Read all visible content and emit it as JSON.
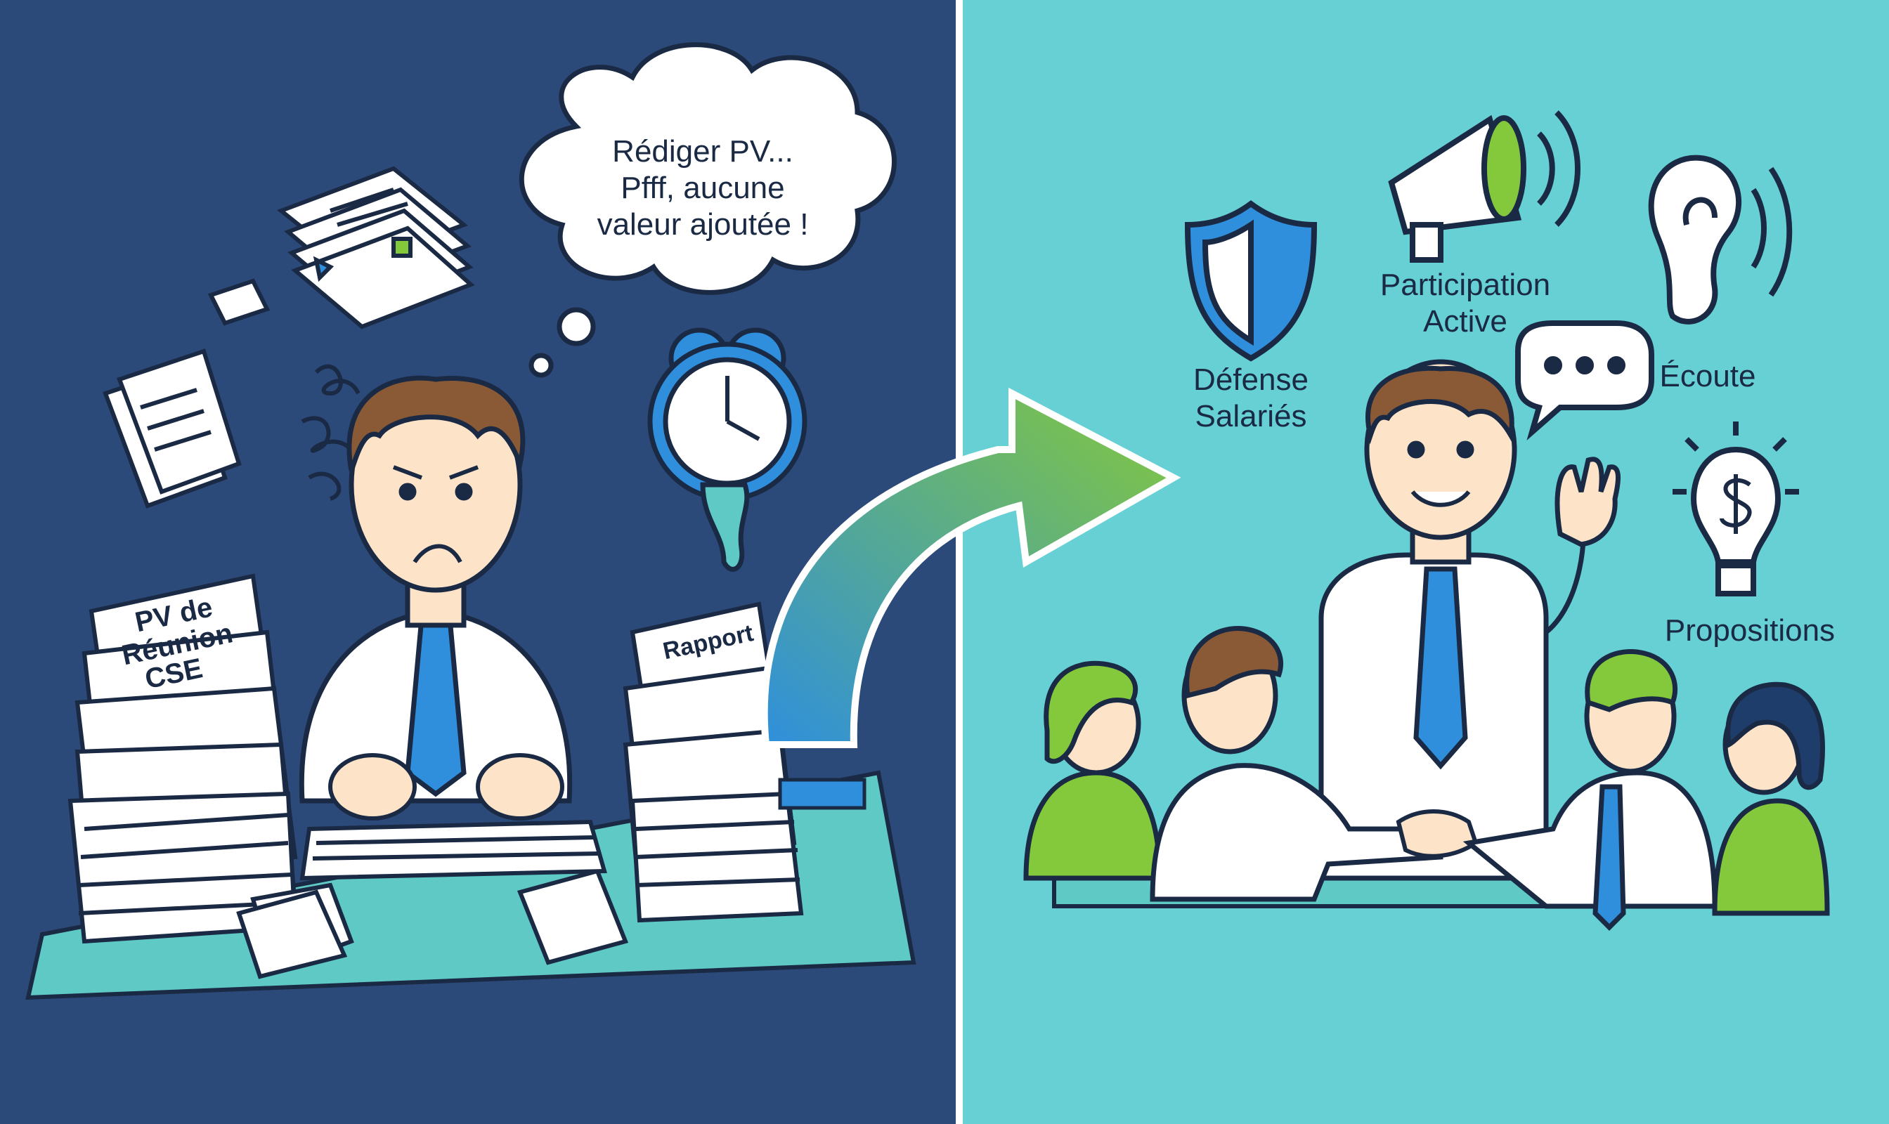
{
  "colors": {
    "left_background": "#2b4a7a",
    "right_background": "#66d0d4",
    "outline": "#1b2a44",
    "accent_blue": "#2f8fdc",
    "accent_green": "#84c83c",
    "skin": "#fde4c8",
    "hair": "#8a5a36",
    "desk": "#5fc9c6"
  },
  "left_panel": {
    "thought_bubble": {
      "line1": "Rédiger PV...",
      "line2": "Pfff, aucune",
      "line3": "valeur ajoutée !"
    },
    "left_pile_label": {
      "line1": "PV de",
      "line2": "Réunion",
      "line3": "CSE"
    },
    "right_pile_label": "Rapport",
    "icons": [
      "stack-of-papers-icon",
      "melting-alarm-clock-icon",
      "frustration-scribble-icon",
      "keyboard-icon"
    ]
  },
  "arrow": {
    "gradient": [
      "#2f8fdc",
      "#84c83c"
    ]
  },
  "right_panel": {
    "labels": {
      "defense_line1": "Défense",
      "defense_line2": "Salariés",
      "participation_line1": "Participation",
      "participation_line2": "Active",
      "ecoute": "Écoute",
      "propositions": "Propositions"
    },
    "icons": [
      "shield-icon",
      "megaphone-icon",
      "ear-icon",
      "speech-bubble-icon",
      "lightbulb-dollar-icon",
      "handshake-icon"
    ]
  }
}
